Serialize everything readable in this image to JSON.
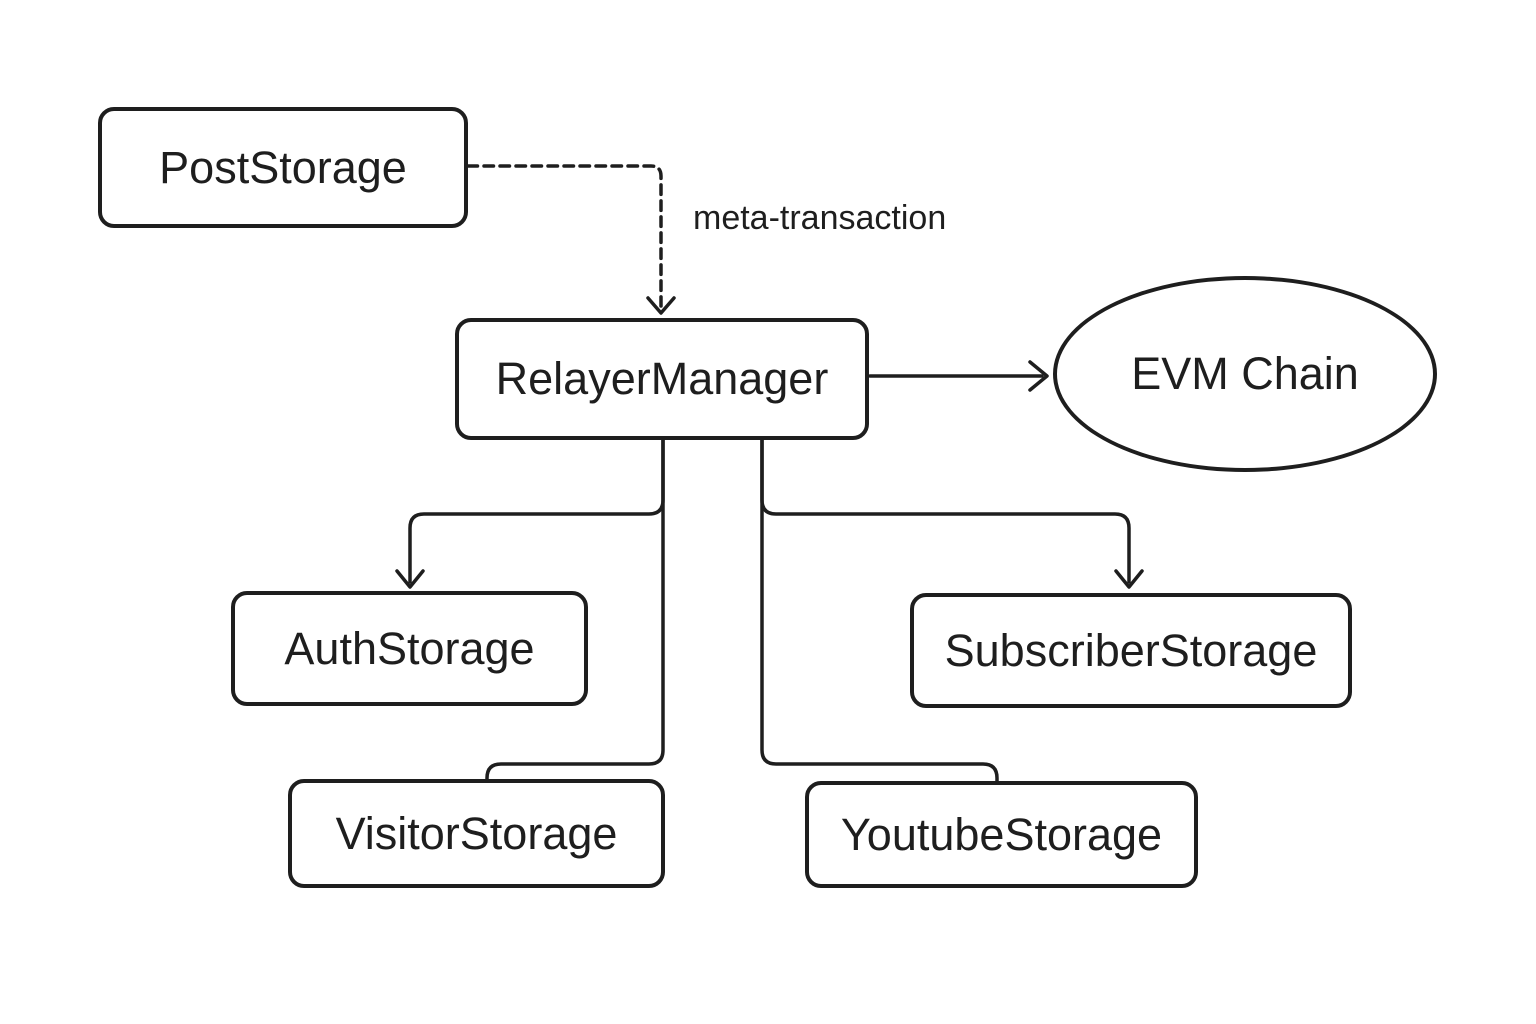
{
  "diagram": {
    "colors": {
      "background": "#ffffff",
      "stroke": "#1e1e1e",
      "text": "#1e1e1e"
    },
    "nodes": [
      {
        "id": "post-storage",
        "shape": "rectangle",
        "label": "PostStorage"
      },
      {
        "id": "relayer-manager",
        "shape": "rectangle",
        "label": "RelayerManager"
      },
      {
        "id": "evm-chain",
        "shape": "ellipse",
        "label": "EVM Chain"
      },
      {
        "id": "auth-storage",
        "shape": "rectangle",
        "label": "AuthStorage"
      },
      {
        "id": "subscriber-storage",
        "shape": "rectangle",
        "label": "SubscriberStorage"
      },
      {
        "id": "visitor-storage",
        "shape": "rectangle",
        "label": "VisitorStorage"
      },
      {
        "id": "youtube-storage",
        "shape": "rectangle",
        "label": "YoutubeStorage"
      }
    ],
    "edges": [
      {
        "from": "PostStorage",
        "to": "RelayerManager",
        "style": "dashed",
        "arrowhead": "arrow",
        "label": "meta-transaction"
      },
      {
        "from": "RelayerManager",
        "to": "EVM Chain",
        "style": "solid",
        "arrowhead": "arrow",
        "label": ""
      },
      {
        "from": "RelayerManager",
        "to": "AuthStorage",
        "style": "solid",
        "arrowhead": "arrow",
        "label": ""
      },
      {
        "from": "RelayerManager",
        "to": "SubscriberStorage",
        "style": "solid",
        "arrowhead": "arrow",
        "label": ""
      },
      {
        "from": "RelayerManager",
        "to": "VisitorStorage",
        "style": "solid",
        "arrowhead": "none",
        "label": ""
      },
      {
        "from": "RelayerManager",
        "to": "YoutubeStorage",
        "style": "solid",
        "arrowhead": "none",
        "label": ""
      }
    ]
  }
}
